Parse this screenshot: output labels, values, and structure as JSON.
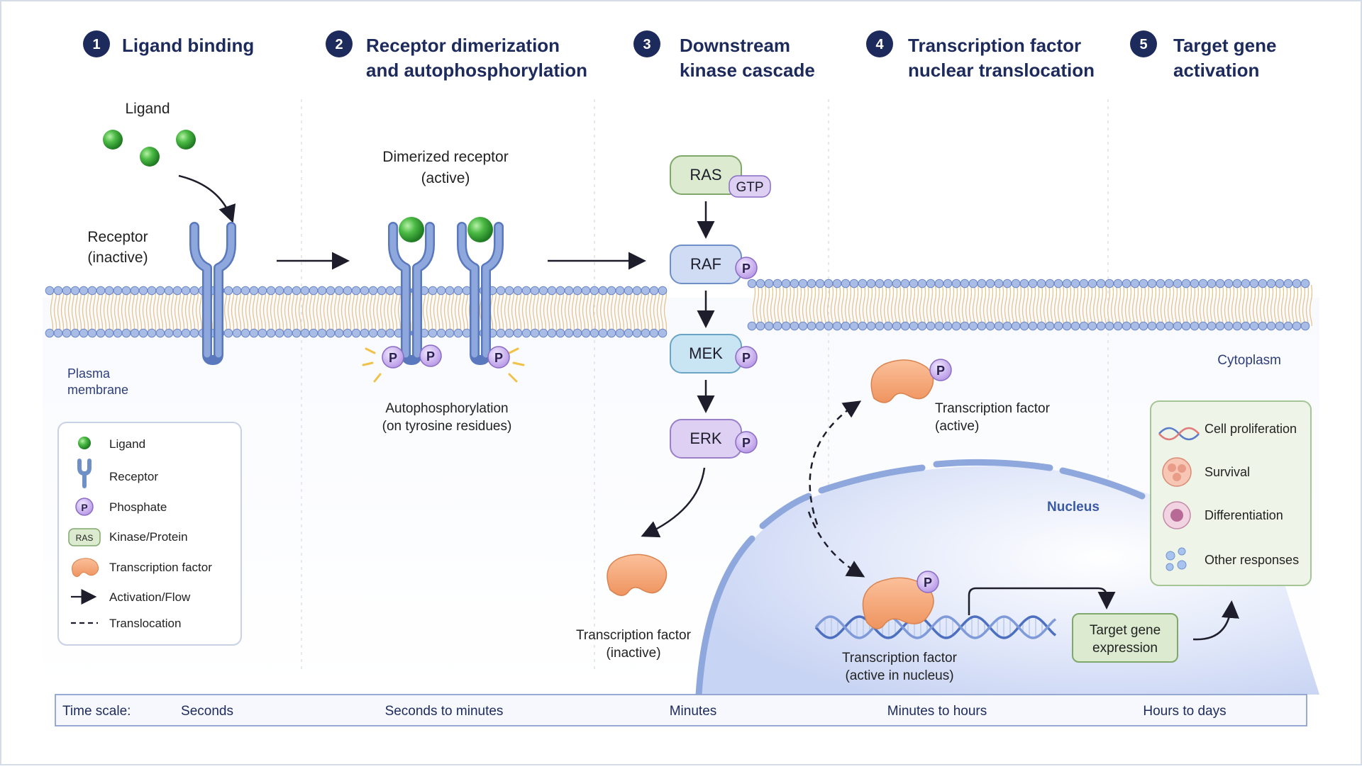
{
  "steps": [
    {
      "num": "1",
      "line1": "Ligand binding",
      "line2": ""
    },
    {
      "num": "2",
      "line1": "Receptor dimerization",
      "line2": "and autophosphorylation"
    },
    {
      "num": "3",
      "line1": "Downstream",
      "line2": "kinase cascade"
    },
    {
      "num": "4",
      "line1": "Transcription factor",
      "line2": "nuclear translocation"
    },
    {
      "num": "5",
      "line1": "Target gene",
      "line2": "activation"
    }
  ],
  "labels": {
    "ligand": "Ligand",
    "receptor_line1": "Receptor",
    "receptor_line2": "(inactive)",
    "dimer_line1": "Dimerized receptor",
    "dimer_line2": "(active)",
    "plasma_line1": "Plasma",
    "plasma_line2": "membrane",
    "autophos_line1": "Autophosphorylation",
    "autophos_line2": "(on tyrosine residues)",
    "cytoplasm": "Cytoplasm",
    "nucleus": "Nucleus",
    "tf_active_line1": "Transcription factor",
    "tf_active_line2": "(active)",
    "tf_inactive_line1": "Transcription factor",
    "tf_inactive_line2": "(inactive)",
    "tf_nucleus_line1": "Transcription factor",
    "tf_nucleus_line2": "(active in nucleus)",
    "target_line1": "Target gene",
    "target_line2": "expression",
    "phosphate": "P"
  },
  "kinases": [
    {
      "name": "RAS",
      "tag": "GTP",
      "color": "#dcebd0",
      "stroke": "#7fa86a"
    },
    {
      "name": "RAF",
      "tag": "P",
      "color": "#cfdcf3",
      "stroke": "#6f8fc7"
    },
    {
      "name": "MEK",
      "tag": "P",
      "color": "#c9e4f2",
      "stroke": "#6aa5c5"
    },
    {
      "name": "ERK",
      "tag": "P",
      "color": "#ddd0f2",
      "stroke": "#9a7fc9"
    }
  ],
  "legend": {
    "items": [
      {
        "icon": "ligand-icon",
        "label": "Ligand"
      },
      {
        "icon": "receptor-icon",
        "label": "Receptor"
      },
      {
        "icon": "phosphate-icon",
        "label": "Phosphate",
        "glyph": "P"
      },
      {
        "icon": "kinase-icon",
        "label": "Kinase/Protein",
        "glyph": "RAS"
      },
      {
        "icon": "transcription-factor-icon",
        "label": "Transcription factor"
      },
      {
        "icon": "arrow-icon",
        "label": "Activation/Flow"
      },
      {
        "icon": "dashed-line-icon",
        "label": "Translocation"
      }
    ]
  },
  "responses": [
    {
      "icon": "dna-icon",
      "label": "Cell proliferation"
    },
    {
      "icon": "cell-cluster-icon",
      "label": "Survival"
    },
    {
      "icon": "cell-icon",
      "label": "Differentiation"
    },
    {
      "icon": "bubbles-icon",
      "label": "Other responses"
    }
  ],
  "timescale": {
    "label": "Time scale:",
    "items": [
      "Seconds",
      "Seconds to minutes",
      "Minutes",
      "Minutes to hours",
      "Hours to days"
    ]
  },
  "colors": {
    "navy": "#1d2a5c",
    "membrane_head": "#9fb3e2",
    "membrane_tail": "#e8cf9c",
    "receptor": "#8ea8dd",
    "ligand": "#3fae3c",
    "phosphate": "#cdb8ef",
    "transcription_factor": "#f6a877",
    "nucleus": "#d9e2f8",
    "response_box": "#eef5e8",
    "target_box": "#dcebd0"
  }
}
